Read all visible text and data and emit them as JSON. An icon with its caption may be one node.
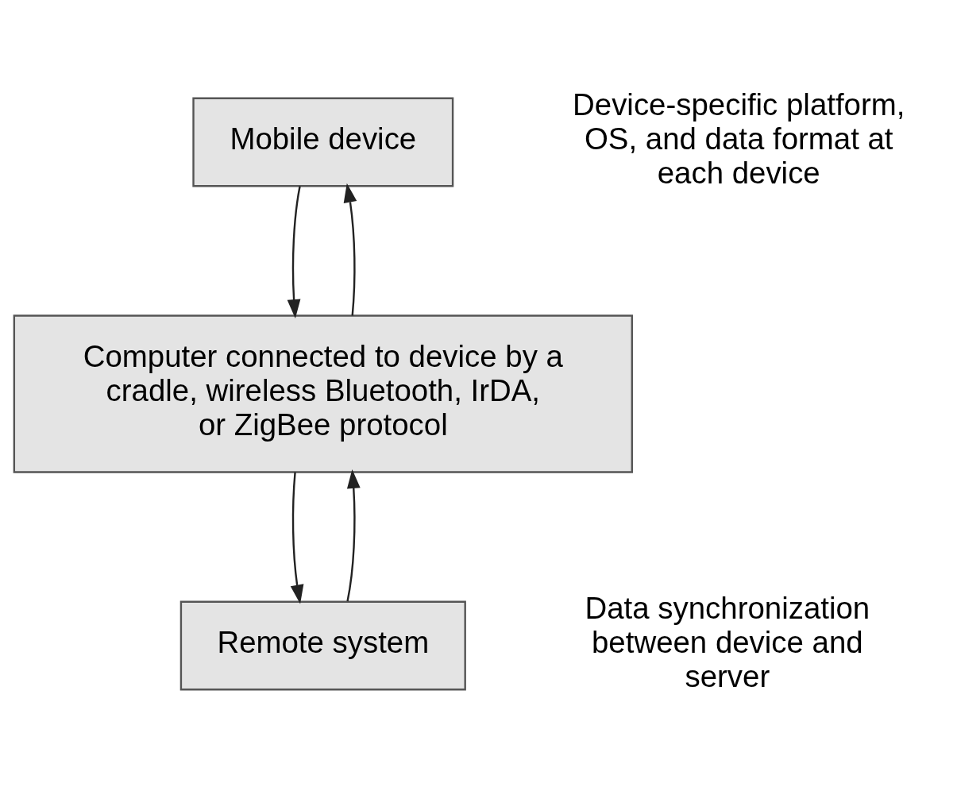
{
  "diagram": {
    "nodes": [
      {
        "text": [
          "Mobile device"
        ]
      },
      {
        "text": [
          "Computer connected to device by a cradle, wireless Bluetooth, IrDA, or ZigBee protocol"
        ]
      },
      {
        "text": [
          "Remote system"
        ]
      }
    ],
    "edges": [
      {
        "from": 1,
        "to": 0,
        "arrow": "to"
      },
      {
        "from": 0,
        "to": 1,
        "arrow": "to"
      },
      {
        "from": 2,
        "to": 1,
        "arrow": "to"
      },
      {
        "from": 1,
        "to": 2,
        "arrow": "to"
      }
    ],
    "labels": [
      "Device-specific platform, OS, and data format at each device",
      "Data synchronization between device and server"
    ]
  }
}
